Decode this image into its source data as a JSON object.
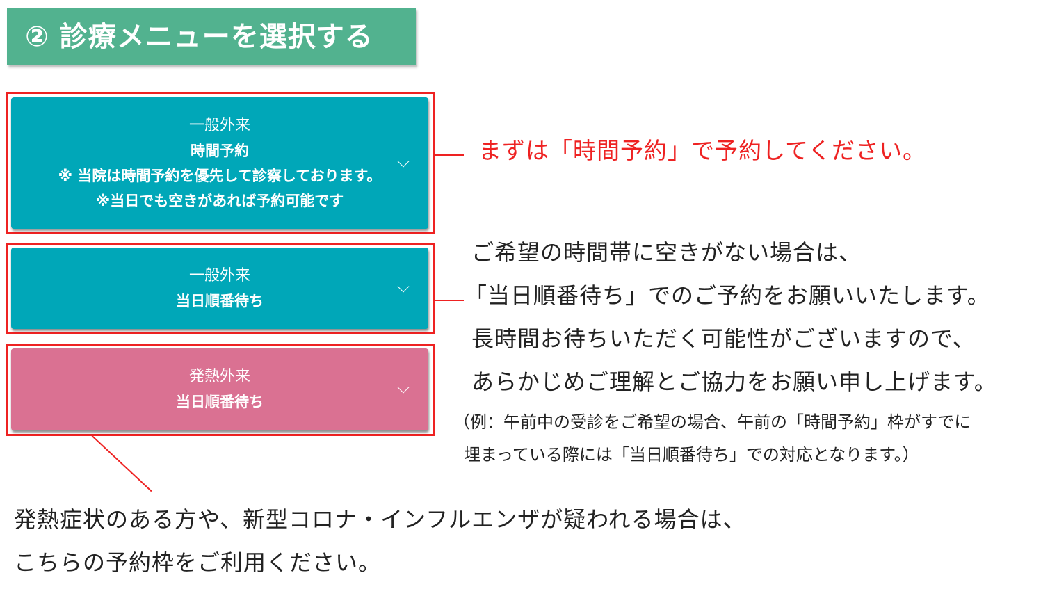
{
  "header": {
    "title": "② 診療メニューを選択する"
  },
  "menus": [
    {
      "category": "一般外来",
      "lines": [
        "時間予約",
        "※ 当院は時間予約を優先して診察しております。",
        "※当日でも空きがあれば予約可能です"
      ]
    },
    {
      "category": "一般外来",
      "lines": [
        "当日順番待ち"
      ]
    },
    {
      "category": "発熱外来",
      "lines": [
        "当日順番待ち"
      ]
    }
  ],
  "notes": {
    "time_reservation": "まずは「時間予約」で予約してください。",
    "same_day": [
      "ご希望の時間帯に空きがない場合は、",
      "「当日順番待ち」でのご予約をお願いいたします。",
      "長時間お待ちいただく可能性がございますので、",
      "あらかじめご理解とご協力をお願い申し上げます。"
    ],
    "example": [
      "（例：午前中の受診をご希望の場合、午前の「時間予約」枠がすでに",
      "埋まっている際には「当日順番待ち」での対応となります。）"
    ],
    "fever": [
      "発熱症状のある方や、新型コロナ・インフルエンザが疑われる場合は、",
      "こちらの予約枠をご利用ください。"
    ]
  },
  "colors": {
    "header": "#52b28f",
    "teal": "#00a7b8",
    "pink": "#da7192",
    "red": "#ee2222"
  }
}
